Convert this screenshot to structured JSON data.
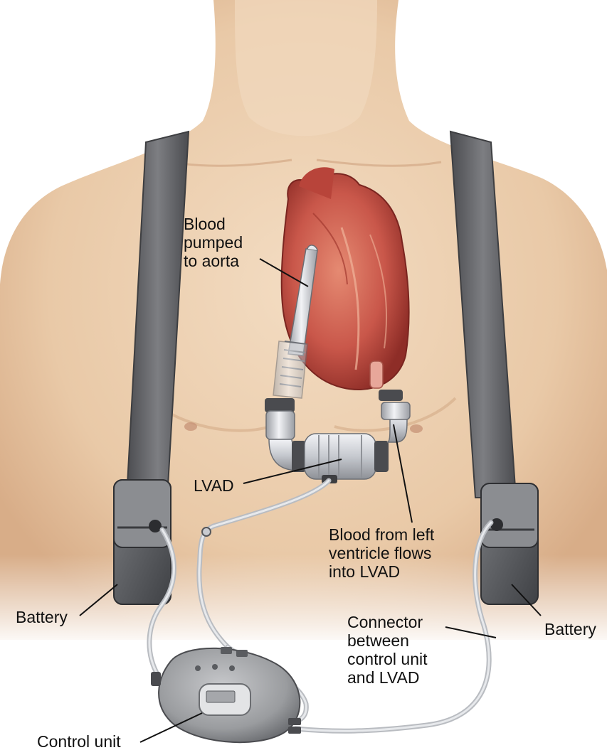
{
  "labels": {
    "aorta": [
      "Blood",
      "pumped",
      "to aorta"
    ],
    "lvad": "LVAD",
    "inflow": [
      "Blood from left",
      "ventricle flows",
      "into LVAD"
    ],
    "battery_left": "Battery",
    "battery_right": "Battery",
    "connector": [
      "Connector",
      "between",
      "control unit",
      "and LVAD"
    ],
    "control_unit": "Control unit"
  },
  "colors": {
    "skin": "#edd2b4",
    "skin_shadow": "#d9b08c",
    "strap": "#6f7073",
    "strap_edge": "#3d3e41",
    "battery": "#5d5f63",
    "heart": "#c9574a",
    "heart_dark": "#8e2d27",
    "device_metal": "#cdd0d6",
    "cable": "#d7d9dd",
    "leader_line": "#111111"
  }
}
